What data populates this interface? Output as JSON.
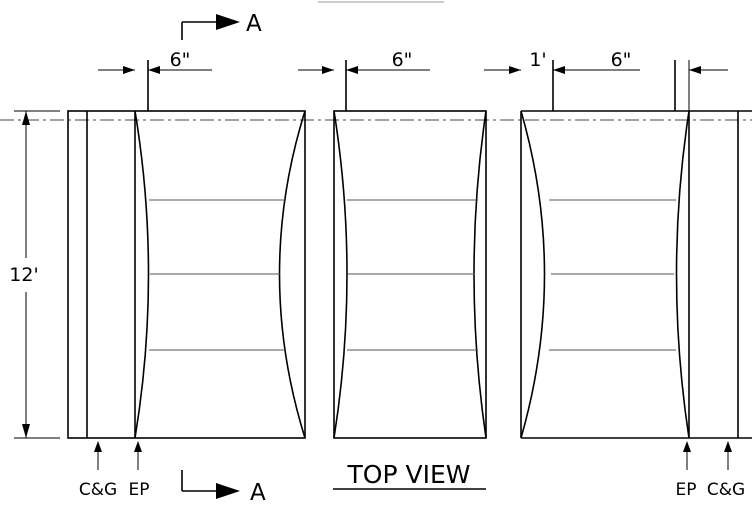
{
  "section_label": "A",
  "dimensions": {
    "left_gap": "6\"",
    "middle_gap": "6\"",
    "right_offset": "1'",
    "right_gap": "6\"",
    "height": "12'"
  },
  "labels": {
    "cg_left": "C&G",
    "ep_left": "EP",
    "title": "TOP VIEW",
    "ep_right": "EP",
    "cg_right": "C&G"
  }
}
